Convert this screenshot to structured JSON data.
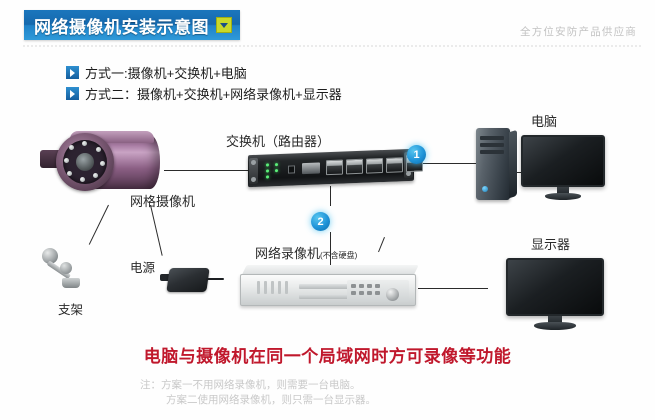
{
  "header": {
    "title": "网络摄像机安装示意图",
    "chevron_icon": "chevron-down-icon",
    "slogan": "全方位安防产品供应商"
  },
  "bullets": [
    {
      "marker_icon": "play-arrow-icon",
      "text": "方式一:摄像机+交换机+电脑"
    },
    {
      "marker_icon": "play-arrow-icon",
      "text": "方式二：摄像机+交换机+网络录像机+显示器"
    }
  ],
  "diagram": {
    "labels": {
      "switch": "交换机（路由器）",
      "camera": "网格摄像机",
      "power": "电源",
      "bracket": "支架",
      "nvr_main": "网络录像机",
      "nvr_sub": "(不含硬盘)",
      "computer": "电脑",
      "monitor": "显示器"
    },
    "badges": [
      {
        "name": "badge-1",
        "text": "1"
      },
      {
        "name": "badge-2",
        "text": "2"
      }
    ],
    "devices": [
      {
        "name": "ip-camera",
        "kind": "camera"
      },
      {
        "name": "camera-bracket",
        "kind": "bracket"
      },
      {
        "name": "power-adapter",
        "kind": "adapter"
      },
      {
        "name": "network-switch",
        "kind": "switch",
        "ports": 5
      },
      {
        "name": "network-video-recorder",
        "kind": "nvr"
      },
      {
        "name": "desktop-computer",
        "kind": "pc"
      },
      {
        "name": "computer-monitor",
        "kind": "monitor"
      },
      {
        "name": "display-monitor",
        "kind": "monitor"
      }
    ]
  },
  "footer": {
    "headline": "电脑与摄像机在同一个局域网时方可录像等功能",
    "note_line1": "注：方案一不用网络录像机，则需要一台电脑。",
    "note_line2": "方案二使用网络录像机，则只需一台显示器。"
  },
  "colors": {
    "title_blue": "#1569ad",
    "badge_blue": "#1e93d8",
    "headline_red": "#c0182c",
    "chevron_yellow": "#c8d92a"
  }
}
